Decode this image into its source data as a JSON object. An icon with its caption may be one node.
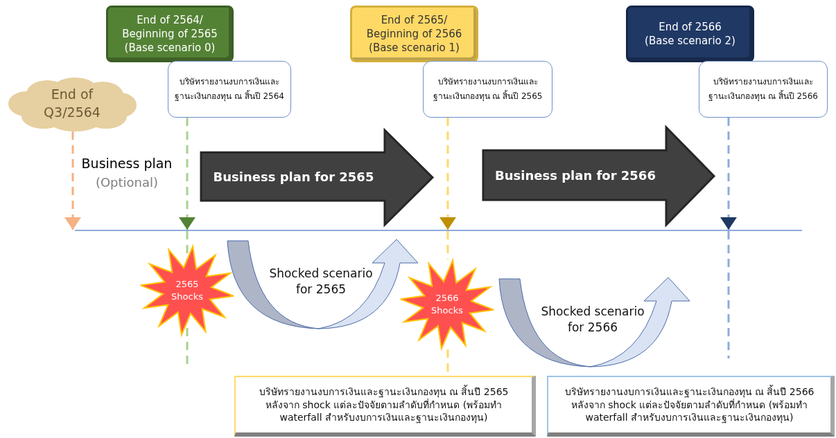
{
  "diagram": {
    "nodes": [
      {
        "text": [
          "End of Q3/2564"
        ]
      },
      {
        "text": [
          "End of 2564/ Beginning of 2565 (Base scenario 0)"
        ]
      },
      {
        "text": [
          "บริษัทรายงานงบการเงินและฐานะเงินกองทุน ณ สิ้นปี 2564"
        ]
      },
      {
        "text": [
          "End of 2565/ Beginning of 2566 (Base scenario 1)"
        ]
      },
      {
        "text": [
          "บริษัทรายงานงบการเงินและฐานะเงินกองทุน ณ สิ้นปี 2565"
        ]
      },
      {
        "text": [
          "End of 2566 (Base scenario 2)"
        ]
      },
      {
        "text": [
          "บริษัทรายงานงบการเงินและฐานะเงินกองทุน ณ สิ้นปี 2566"
        ]
      },
      {
        "text": [
          "Business plan for 2565"
        ]
      },
      {
        "text": [
          "Business plan for 2566"
        ]
      },
      {
        "text": [
          "2565 Shocks"
        ]
      },
      {
        "text": [
          "2566 Shocks"
        ]
      },
      {
        "text": [
          "บริษัทรายงานงบการเงินและฐานะเงินกองทุน ณ สิ้นปี 2565 หลังจาก shock แต่ละปัจจัยตามลำดับที่กำหนด (พร้อมทำ waterfall สำหรับงบการเงินและฐานะเงินกองทุน)"
        ]
      },
      {
        "text": [
          "บริษัทรายงานงบการเงินและฐานะเงินกองทุน ณ สิ้นปี 2566 หลังจาก shock แต่ละปัจจัยตามลำดับที่กำหนด (พร้อมทำ waterfall สำหรับงบการเงินและฐานะเงินกองทุน)"
        ]
      },
      {
        "text": [
          "Shocked scenario for 2565"
        ]
      },
      {
        "text": [
          "Shocked scenario for 2566"
        ]
      },
      {
        "text": [],
        "shape": "line"
      }
    ],
    "edges": [
      {
        "from": 0,
        "to": 15,
        "arrow": "to",
        "style": "dashed",
        "color": "#f4b183"
      },
      {
        "from": 2,
        "to": 15,
        "arrow": "to",
        "style": "dashed",
        "color": "#a9d18e"
      },
      {
        "from": 4,
        "to": 15,
        "arrow": "to",
        "style": "dashed",
        "color": "#ffd966"
      },
      {
        "from": 6,
        "to": 15,
        "arrow": "to",
        "style": "dashed",
        "color": "#8faadc"
      },
      {
        "from": 15,
        "to": null,
        "arrow": "none",
        "style": "dashed",
        "color": "#a9d18e"
      },
      {
        "from": 15,
        "to": 10,
        "arrow": "none",
        "style": "dashed",
        "color": "#ffd966"
      },
      {
        "from": 15,
        "to": null,
        "arrow": "none",
        "style": "dashed",
        "color": "#8faadc"
      },
      {
        "from": 10,
        "to": 11,
        "arrow": "none",
        "style": "dashed",
        "color": "#ffd966"
      }
    ],
    "labels": [
      "Business plan",
      "(Optional)"
    ]
  }
}
